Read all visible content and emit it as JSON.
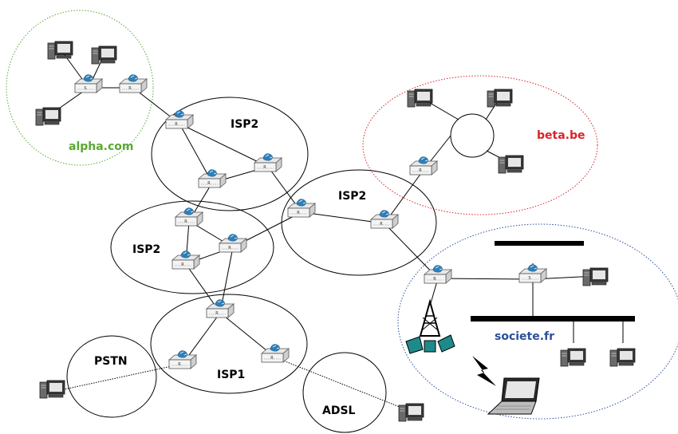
{
  "labels": {
    "alpha": "alpha.com",
    "beta": "beta.be",
    "isp2_top": "ISP2",
    "isp2_mid": "ISP2",
    "isp2_left": "ISP2",
    "isp1": "ISP1",
    "pstn": "PSTN",
    "adsl": "ADSL",
    "societe": "societe.fr"
  },
  "device_letters": {
    "router": "R",
    "switch": "S"
  },
  "colors": {
    "alpha_zone": "#5aa832",
    "beta_zone": "#d8242c",
    "societe_zone": "#2c4f9a",
    "device_body": "#f2f2f2",
    "device_icon": "#2f7fb8",
    "tower": "#1f8a8a"
  }
}
